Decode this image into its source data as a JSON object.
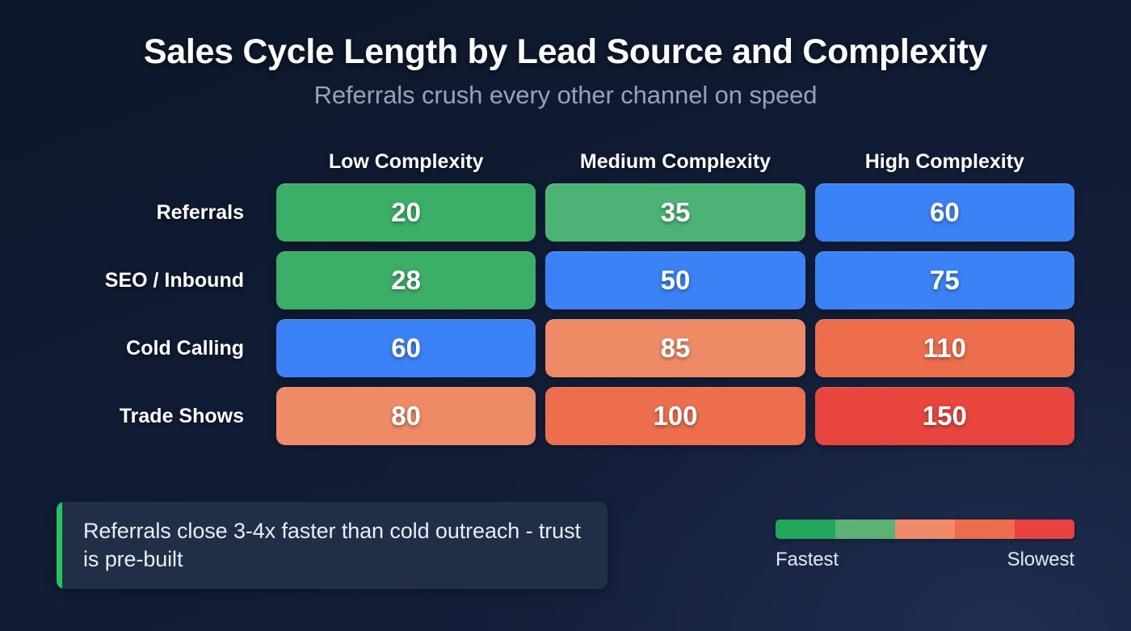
{
  "header": {
    "title": "Sales Cycle Length by Lead Source and Complexity",
    "subtitle": "Referrals crush every other channel on speed"
  },
  "chart_data": {
    "type": "heatmap",
    "title": "Sales Cycle Length by Lead Source and Complexity",
    "subtitle": "Referrals crush every other channel on speed",
    "xlabel": "",
    "ylabel": "",
    "categories": [
      "Low Complexity",
      "Medium Complexity",
      "High Complexity"
    ],
    "rows": [
      "Referrals",
      "SEO / Inbound",
      "Cold Calling",
      "Trade Shows"
    ],
    "grid": false,
    "legend_position": "bottom-right",
    "value_unit": "days",
    "cells": [
      [
        {
          "value": "20",
          "color": "#3bae67"
        },
        {
          "value": "35",
          "color": "#4cb375"
        },
        {
          "value": "60",
          "color": "#3b82f6"
        }
      ],
      [
        {
          "value": "28",
          "color": "#3bae67"
        },
        {
          "value": "50",
          "color": "#3b82f6"
        },
        {
          "value": "75",
          "color": "#3b82f6"
        }
      ],
      [
        {
          "value": "60",
          "color": "#3b82f6"
        },
        {
          "value": "85",
          "color": "#ef8a66"
        },
        {
          "value": "110",
          "color": "#ec6e4c"
        }
      ],
      [
        {
          "value": "80",
          "color": "#ef8a66"
        },
        {
          "value": "100",
          "color": "#ec6e4c"
        },
        {
          "value": "150",
          "color": "#e8453f"
        }
      ]
    ],
    "series": [
      {
        "name": "Referrals",
        "values": [
          20,
          35,
          60
        ]
      },
      {
        "name": "SEO / Inbound",
        "values": [
          28,
          50,
          75
        ]
      },
      {
        "name": "Cold Calling",
        "values": [
          60,
          85,
          110
        ]
      },
      {
        "name": "Trade Shows",
        "values": [
          80,
          100,
          150
        ]
      }
    ]
  },
  "callout": {
    "text": "Referrals close 3-4x faster than cold outreach - trust is pre-built",
    "accent_color": "#22c55e"
  },
  "legend": {
    "label_low": "Fastest",
    "label_high": "Slowest",
    "segments": [
      "#22a75a",
      "#5cb173",
      "#f08a68",
      "#ee6c4d",
      "#e8413f"
    ]
  }
}
